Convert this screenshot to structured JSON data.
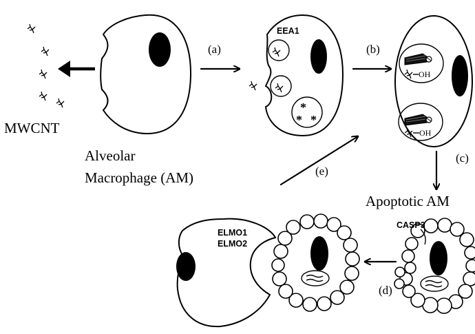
{
  "labels": {
    "mwcnt": "MWCNT",
    "alveolar_line1": "Alveolar",
    "alveolar_line2": "Macrophage (AM)",
    "eea1": "EEA1",
    "step_a": "(a)",
    "step_b": "(b)",
    "step_c": "(c)",
    "step_d": "(d)",
    "step_e": "(e)",
    "oh1": "OH",
    "oh2": "OH",
    "apoptotic_am": "Apoptotic AM",
    "casp3": "CASP3",
    "elmo1": "ELMO1",
    "elmo2": "ELMO2"
  },
  "colors": {
    "ink": "#000000",
    "background": "#ffffff"
  },
  "icons": [
    "nanotube-fragment-icon",
    "arrow-icon",
    "carbon-nanotube-bundle-icon"
  ]
}
